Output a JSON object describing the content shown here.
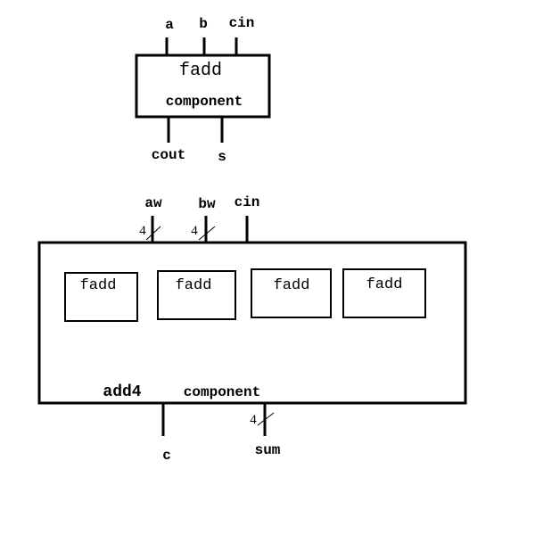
{
  "fadd_component": {
    "name": "fadd",
    "kind": "component",
    "inputs": [
      "a",
      "b",
      "cin"
    ],
    "outputs": [
      "cout",
      "s"
    ]
  },
  "add4_component": {
    "name": "add4",
    "kind": "component",
    "inputs": {
      "aw": "aw",
      "aw_width": "4",
      "bw": "bw",
      "bw_width": "4",
      "cin": "cin"
    },
    "outputs": {
      "c": "c",
      "sum": "sum",
      "sum_width": "4"
    },
    "instances": [
      "fadd",
      "fadd",
      "fadd",
      "fadd"
    ]
  },
  "colors": {
    "stroke": "#000000",
    "background": "#ffffff"
  }
}
